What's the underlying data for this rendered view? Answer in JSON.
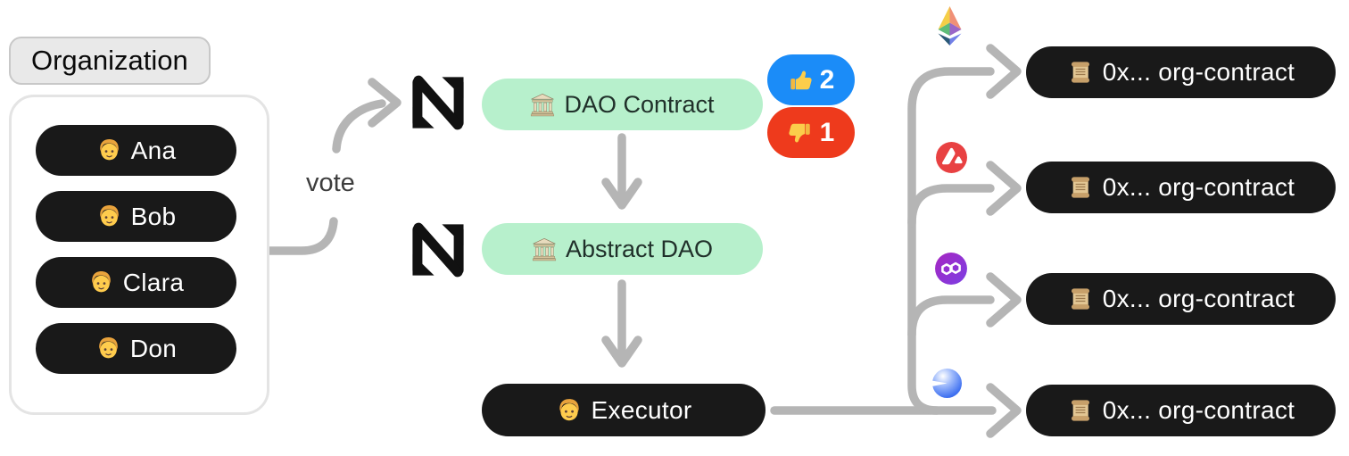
{
  "organization": {
    "label": "Organization",
    "members": [
      {
        "name": "Ana",
        "icon": "person-icon"
      },
      {
        "name": "Bob",
        "icon": "person-icon"
      },
      {
        "name": "Clara",
        "icon": "person-icon"
      },
      {
        "name": "Don",
        "icon": "person-icon"
      }
    ]
  },
  "vote_label": "vote",
  "flow": {
    "dao_contract": {
      "label": "DAO Contract",
      "icon": "classical-building-icon",
      "platform_icon": "near-icon"
    },
    "abstract_dao": {
      "label": "Abstract DAO",
      "icon": "classical-building-icon",
      "platform_icon": "near-icon"
    },
    "executor": {
      "label": "Executor",
      "icon": "person-icon"
    },
    "votes": {
      "up": {
        "count": "2",
        "icon": "thumbs-up-icon"
      },
      "down": {
        "count": "1",
        "icon": "thumbs-down-icon"
      }
    }
  },
  "chains": [
    {
      "icon": "ethereum-icon",
      "contract": {
        "label": "0x... org-contract",
        "icon": "scroll-icon"
      }
    },
    {
      "icon": "avalanche-icon",
      "contract": {
        "label": "0x... org-contract",
        "icon": "scroll-icon"
      }
    },
    {
      "icon": "polygon-icon",
      "contract": {
        "label": "0x... org-contract",
        "icon": "scroll-icon"
      }
    },
    {
      "icon": "base-icon",
      "contract": {
        "label": "0x... org-contract",
        "icon": "scroll-icon"
      }
    }
  ],
  "colors": {
    "node_dark": "#191919",
    "node_green": "#b7f0cc",
    "badge_up": "#1b8cf8",
    "badge_down": "#ee3a1c",
    "connector": "#b5b5b5",
    "avalanche_red": "#e84142",
    "polygon_purple": "#8b30e4",
    "base_blue": "#2a5be0"
  }
}
